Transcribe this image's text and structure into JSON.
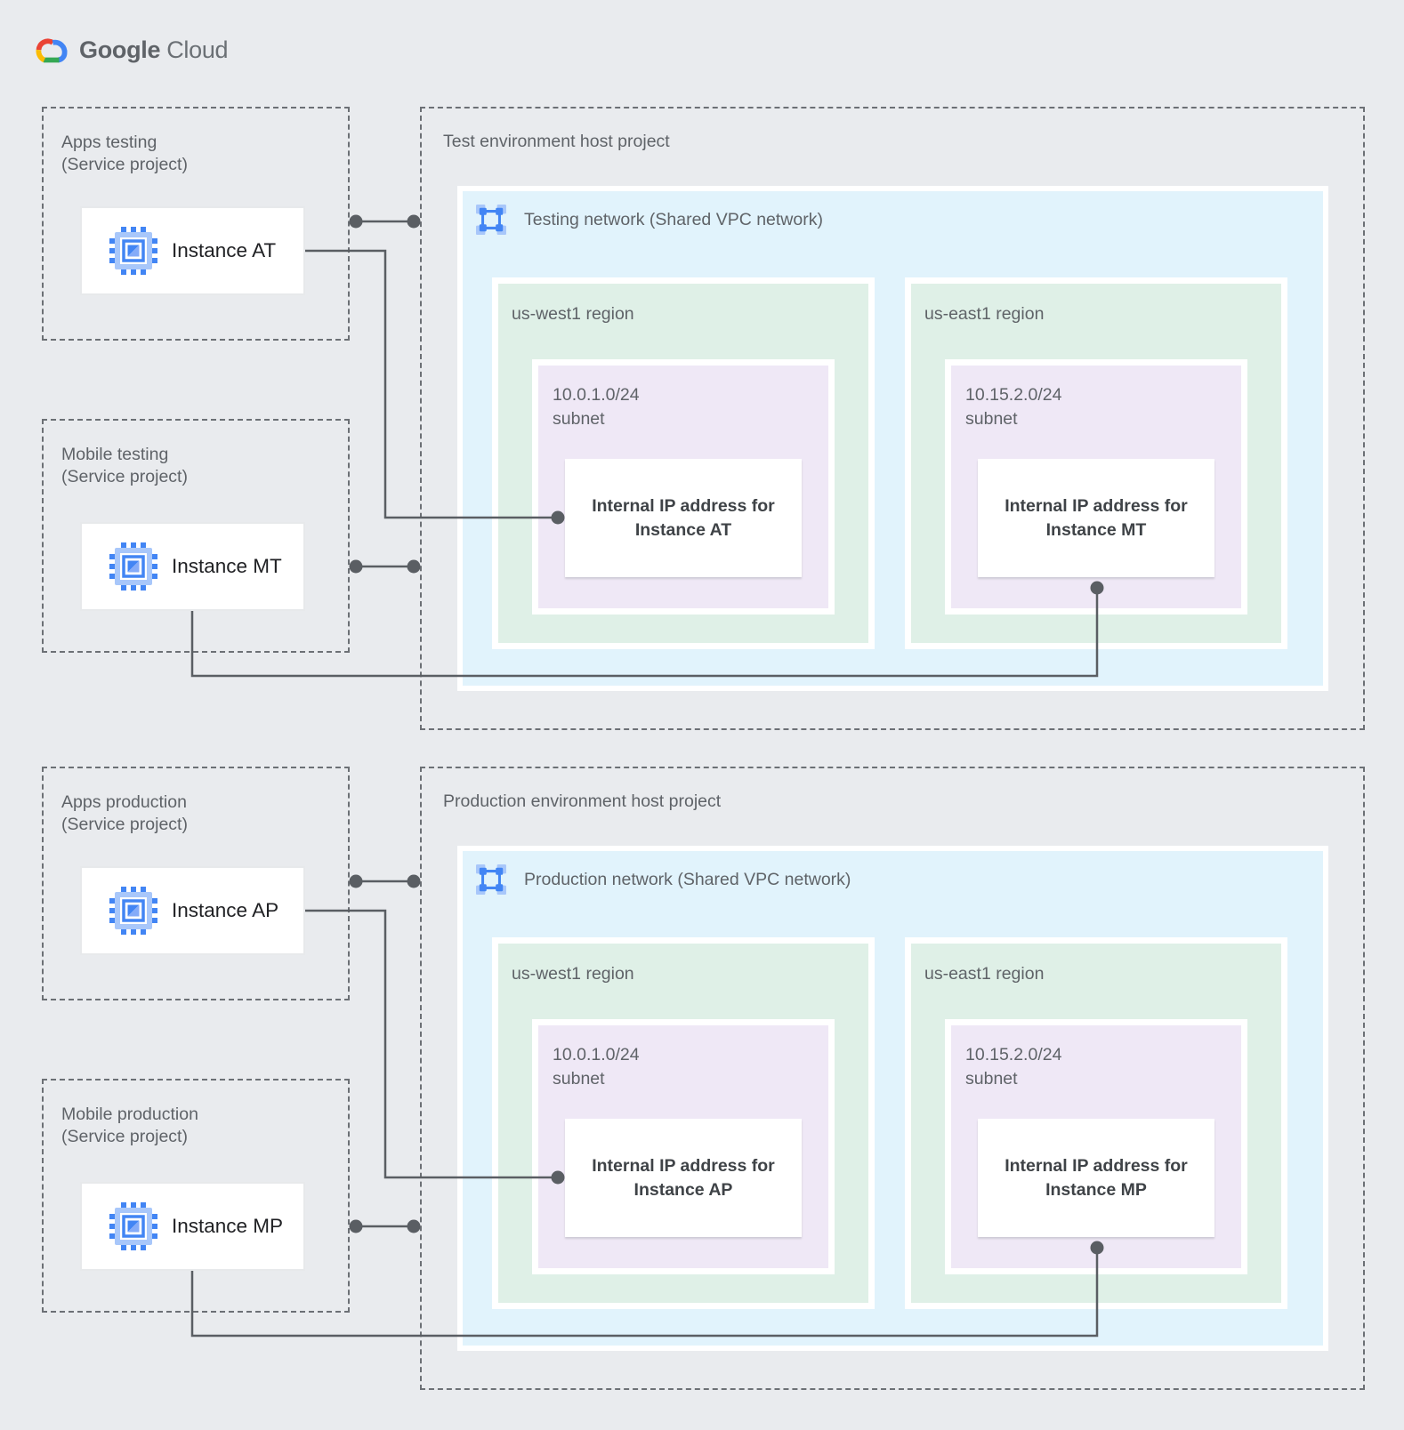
{
  "logo": {
    "part1": "Google",
    "part2": "Cloud"
  },
  "colors": {
    "canvas_bg": "#E9EBEE",
    "network_bg": "#E1F3FC",
    "region_bg": "#DFF0E7",
    "subnet_bg": "#EFE8F6",
    "accent_blue": "#4285F4",
    "accent_blue_light": "#A8C7FA",
    "connector": "#5A5E63",
    "label_gray": "#5F6368",
    "logo_red": "#EA4335",
    "logo_yellow": "#FBBC05",
    "logo_green": "#34A853"
  },
  "groups": {
    "test": {
      "services": [
        {
          "title1": "Apps testing",
          "title2": "(Service project)",
          "instance": "Instance AT"
        },
        {
          "title1": "Mobile testing",
          "title2": "(Service project)",
          "instance": "Instance MT"
        }
      ],
      "host": {
        "title": "Test environment host project",
        "network_label": "Testing network (Shared VPC network)",
        "regions": [
          {
            "label": "us-west1 region",
            "cidr": "10.0.1.0/24",
            "subnet_word": "subnet",
            "ip1": "Internal IP address for",
            "ip2": "Instance AT"
          },
          {
            "label": "us-east1 region",
            "cidr": "10.15.2.0/24",
            "subnet_word": "subnet",
            "ip1": "Internal IP address for",
            "ip2": "Instance MT"
          }
        ]
      }
    },
    "production": {
      "services": [
        {
          "title1": "Apps production",
          "title2": "(Service project)",
          "instance": "Instance AP"
        },
        {
          "title1": "Mobile production",
          "title2": "(Service project)",
          "instance": "Instance MP"
        }
      ],
      "host": {
        "title": "Production environment host project",
        "network_label": "Production network (Shared VPC network)",
        "regions": [
          {
            "label": "us-west1 region",
            "cidr": "10.0.1.0/24",
            "subnet_word": "subnet",
            "ip1": "Internal IP address for",
            "ip2": "Instance AP"
          },
          {
            "label": "us-east1 region",
            "cidr": "10.15.2.0/24",
            "subnet_word": "subnet",
            "ip1": "Internal IP address for",
            "ip2": "Instance MP"
          }
        ]
      }
    }
  }
}
